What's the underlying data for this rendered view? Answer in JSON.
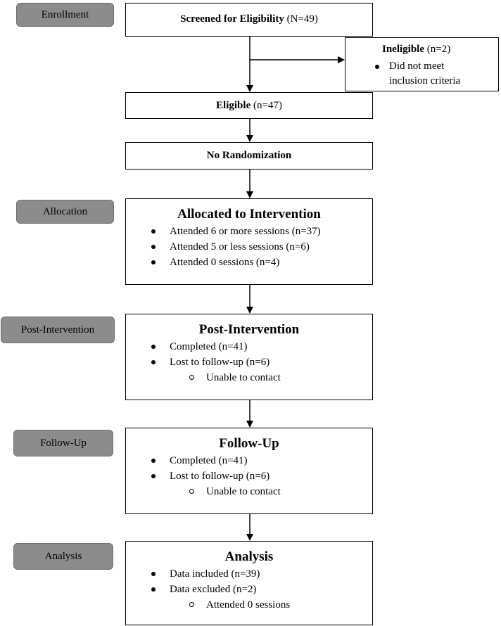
{
  "stages": {
    "enrollment": "Enrollment",
    "allocation": "Allocation",
    "post_intervention": "Post-Intervention",
    "follow_up": "Follow-Up",
    "analysis": "Analysis"
  },
  "screened": {
    "label": "Screened for Eligibility",
    "count": "(N=49)"
  },
  "ineligible": {
    "label": "Ineligible",
    "count": "(n=2)",
    "items": [
      "Did not meet inclusion criteria"
    ]
  },
  "eligible": {
    "label": "Eligible",
    "count": "(n=47)"
  },
  "randomization": {
    "label": "No Randomization"
  },
  "allocated": {
    "title": "Allocated to Intervention",
    "items": [
      "Attended 6 or more sessions (n=37)",
      "Attended 5 or less sessions (n=6)",
      "Attended 0 sessions (n=4)"
    ]
  },
  "post_intervention": {
    "title": "Post-Intervention",
    "items": [
      "Completed (n=41)",
      "Lost to follow-up (n=6)"
    ],
    "sub_items": [
      "Unable to contact"
    ]
  },
  "follow_up": {
    "title": "Follow-Up",
    "items": [
      "Completed (n=41)",
      "Lost to follow-up (n=6)"
    ],
    "sub_items": [
      "Unable to contact"
    ]
  },
  "analysis": {
    "title": "Analysis",
    "items": [
      "Data included (n=39)",
      "Data excluded (n=2)"
    ],
    "sub_items": [
      "Attended 0 sessions"
    ]
  },
  "colors": {
    "stage_fill": "#8c8c8c",
    "box_border": "#000000"
  }
}
